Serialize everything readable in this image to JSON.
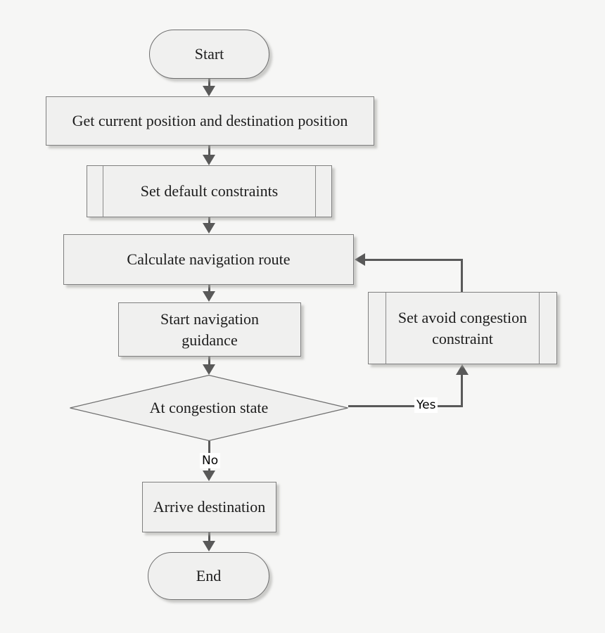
{
  "flowchart": {
    "title": "navigation congestion-avoidance flowchart",
    "nodes": {
      "start": {
        "label": "Start",
        "type": "terminator"
      },
      "get_position": {
        "label": "Get current position and destination position",
        "type": "process"
      },
      "set_default": {
        "label": "Set default constraints",
        "type": "predefined-process"
      },
      "calculate_route": {
        "label": "Calculate navigation route",
        "type": "process"
      },
      "start_guidance": {
        "label": "Start navigation guidance",
        "type": "process"
      },
      "congestion_check": {
        "label": "At congestion state",
        "type": "decision"
      },
      "set_avoid": {
        "label": "Set avoid congestion constraint",
        "type": "predefined-process"
      },
      "arrive": {
        "label": "Arrive destination",
        "type": "process"
      },
      "end": {
        "label": "End",
        "type": "terminator"
      }
    },
    "edge_labels": {
      "yes": "Yes",
      "no": "No"
    },
    "edges": [
      {
        "from": "start",
        "to": "get_position"
      },
      {
        "from": "get_position",
        "to": "set_default"
      },
      {
        "from": "set_default",
        "to": "calculate_route"
      },
      {
        "from": "calculate_route",
        "to": "start_guidance"
      },
      {
        "from": "start_guidance",
        "to": "congestion_check"
      },
      {
        "from": "congestion_check",
        "to": "arrive",
        "label": "No"
      },
      {
        "from": "congestion_check",
        "to": "set_avoid",
        "label": "Yes"
      },
      {
        "from": "set_avoid",
        "to": "calculate_route"
      },
      {
        "from": "arrive",
        "to": "end"
      }
    ],
    "colors": {
      "background": "#f6f6f5",
      "node_fill": "#f0f0ef",
      "node_border": "#7f7f7f",
      "connector": "#595959",
      "text": "#1c1c1c",
      "edge_label_bg": "#ffffff"
    }
  }
}
